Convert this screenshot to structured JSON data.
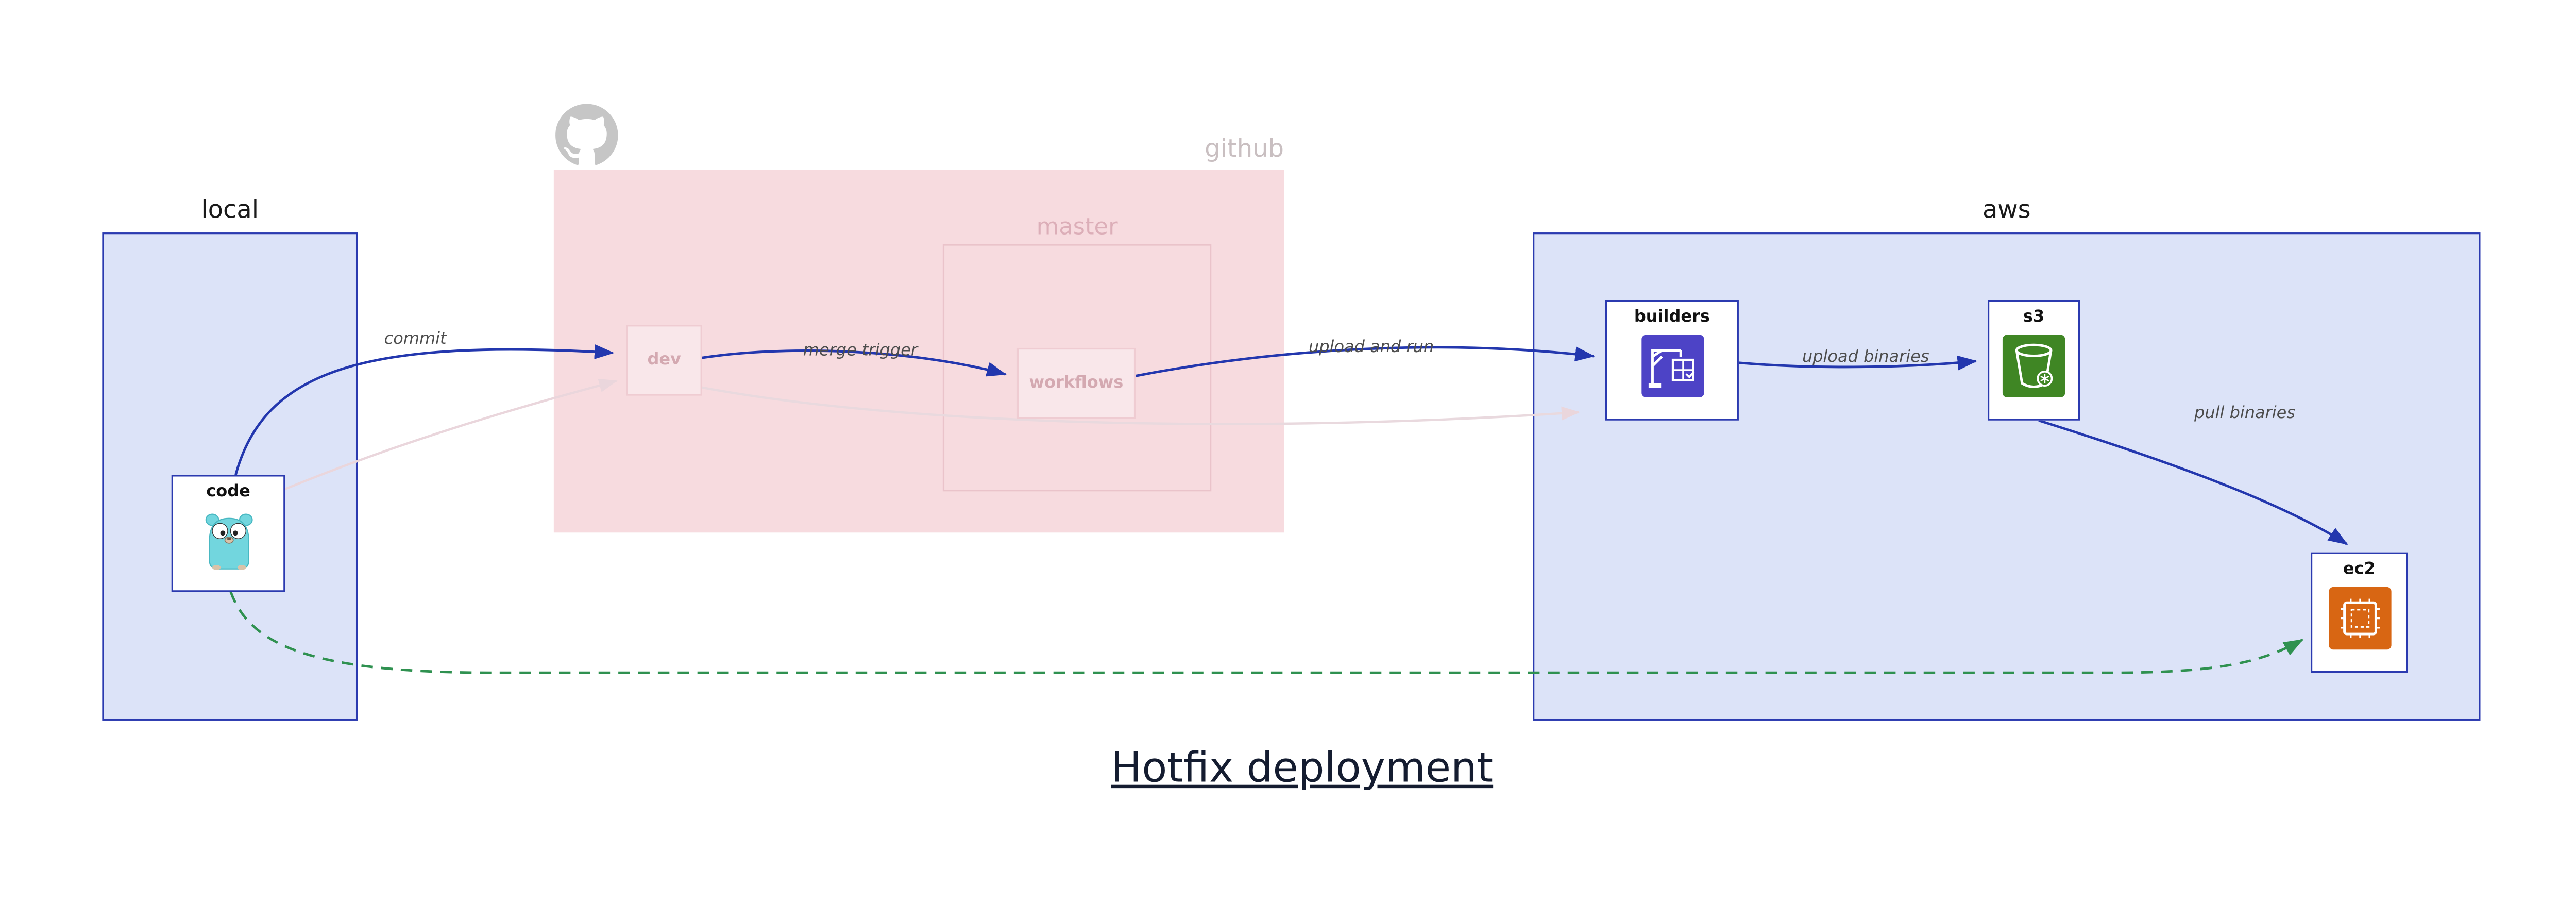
{
  "title": "Hotfix deployment",
  "clusters": {
    "local": {
      "label": "local"
    },
    "github": {
      "label": "github"
    },
    "master": {
      "label": "master"
    },
    "aws": {
      "label": "aws"
    }
  },
  "nodes": {
    "code": {
      "label": "code",
      "icon": "go-gopher-icon"
    },
    "dev": {
      "label": "dev"
    },
    "workflows": {
      "label": "workflows"
    },
    "builders": {
      "label": "builders",
      "icon": "codebuild-crane-icon"
    },
    "s3": {
      "label": "s3",
      "icon": "s3-bucket-icon"
    },
    "ec2": {
      "label": "ec2",
      "icon": "ec2-chip-icon"
    }
  },
  "edges": [
    {
      "id": "commit",
      "label": "commit",
      "from": "code",
      "to": "dev",
      "style": "solid",
      "color": "#2337ae"
    },
    {
      "id": "merge-trigger",
      "label": "merge trigger",
      "from": "dev",
      "to": "workflows",
      "style": "solid",
      "color": "#2337ae"
    },
    {
      "id": "upload-and-run",
      "label": "upload and run",
      "from": "workflows",
      "to": "builders",
      "style": "solid",
      "color": "#2337ae"
    },
    {
      "id": "upload-binaries",
      "label": "upload binaries",
      "from": "builders",
      "to": "s3",
      "style": "solid",
      "color": "#2337ae"
    },
    {
      "id": "pull-binaries",
      "label": "pull binaries",
      "from": "s3",
      "to": "ec2",
      "style": "solid",
      "color": "#2337ae"
    },
    {
      "id": "hotfix-path",
      "label": "",
      "from": "code",
      "to": "ec2",
      "style": "dashed",
      "color": "#2f9150"
    }
  ],
  "colors": {
    "edge_blue": "#2337ae",
    "edge_green": "#2f9150",
    "edge_faded_pink": "#ead6dc",
    "cluster_blue_fill": "#dce3f8",
    "cluster_blue_border": "#2b3ab0",
    "cluster_pink_fill": "#f7dbdf",
    "faded_pink_border": "#eac3ca",
    "faded_pink_text": "#d4a9b1",
    "github_gray": "#c6c6c6",
    "aws_orange": "#d86613",
    "aws_green": "#3f8624",
    "build_indigo": "#4d43c6",
    "gopher_teal": "#72d6de"
  }
}
